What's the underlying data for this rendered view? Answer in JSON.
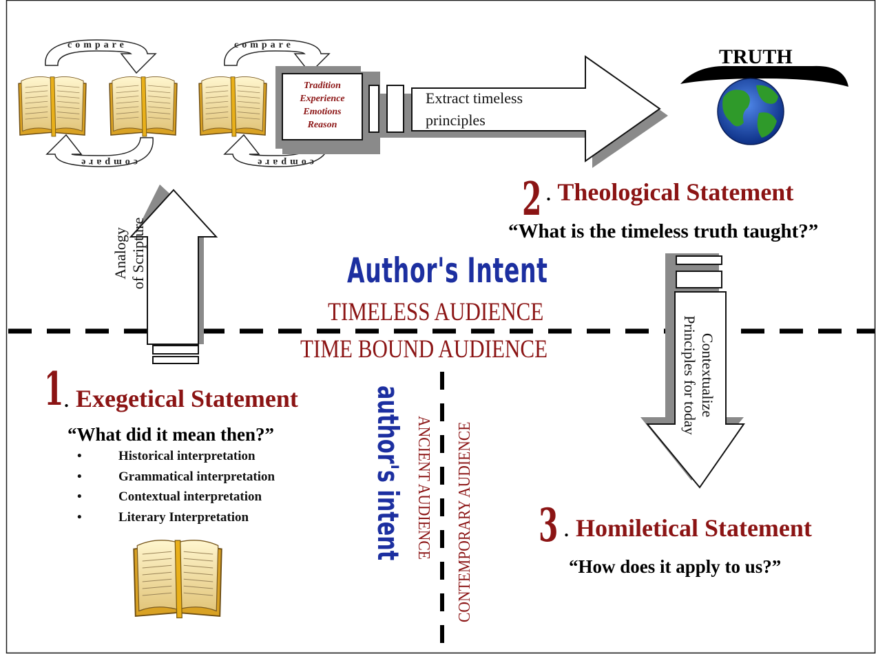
{
  "top": {
    "compare_label": "compare",
    "box_lines": [
      "Tradition",
      "Experience",
      "Emotions",
      "Reason"
    ],
    "extract_line1": "Extract timeless",
    "extract_line2": "principles",
    "truth": "TRUTH"
  },
  "analogy": {
    "line1": "Analogy",
    "line2": "of Scripture"
  },
  "center": {
    "authors_intent": "Author's Intent",
    "timeless_audience": "TIMELESS AUDIENCE",
    "time_bound_audience": "TIME BOUND AUDIENCE"
  },
  "step1": {
    "number": "1",
    "dot": ".",
    "title": "Exegetical Statement",
    "question": "“What did it mean then?”",
    "bullets": [
      "Historical interpretation",
      "Grammatical interpretation",
      "Contextual interpretation",
      "Literary Interpretation"
    ]
  },
  "step2": {
    "number": "2",
    "dot": ".",
    "title": "Theological Statement",
    "question": "“What is the timeless truth taught?”"
  },
  "step3": {
    "number": "3",
    "dot": ".",
    "title": "Homiletical Statement",
    "question": "“How does it apply to us?”"
  },
  "down_arrow": {
    "line1": "Contextualize",
    "line2": "Principles for today"
  },
  "vertical": {
    "authors_intent": "author's intent",
    "ancient_audience": "ANCIENT AUDIENCE",
    "contemporary_audience": "CONTEMPORARY AUDIENCE"
  },
  "colors": {
    "accent_red": "#8b1414",
    "intent_blue": "#1c2fa0",
    "shadow_gray": "#8a8a8a",
    "globe_blue": "#1e4fb5",
    "globe_green": "#2f9a2a"
  }
}
